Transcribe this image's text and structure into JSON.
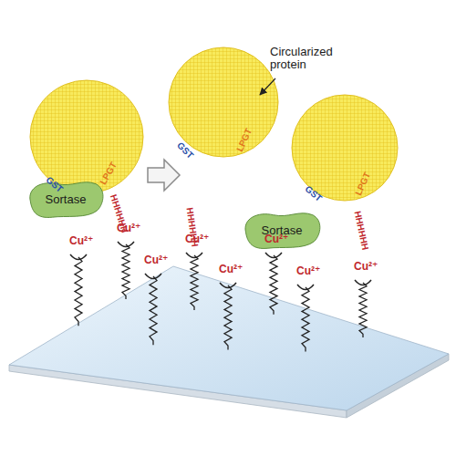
{
  "diagram": {
    "nodes": [
      {
        "text": [
          "Sortase"
        ]
      },
      {
        "text": [
          "Sortase"
        ]
      }
    ],
    "labels": [
      "Circularized protein",
      "Cu²⁺",
      "Cu²⁺",
      "Cu²⁺",
      "Cu²⁺",
      "Cu²⁺",
      "Cu²⁺",
      "Cu²⁺",
      "Cu²⁺",
      "GST",
      "LPGT",
      "GST",
      "LPGT",
      "GST",
      "LPGT",
      "HHHHHH",
      "HHHHHH",
      "HHHHHH"
    ]
  }
}
